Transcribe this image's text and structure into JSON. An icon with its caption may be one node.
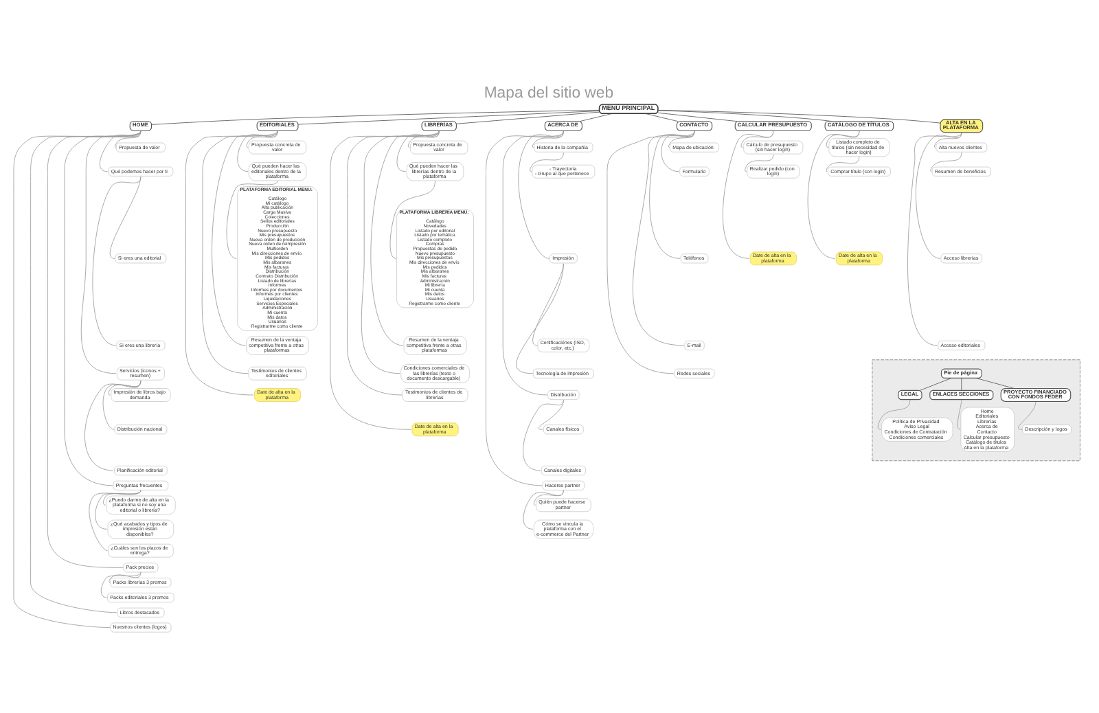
{
  "diagram": {
    "title": "Mapa del sitio web",
    "nodes": [
      {
        "text": [
          "MENÚ PRINCIPAL"
        ]
      },
      {
        "text": [
          "HOME"
        ]
      },
      {
        "text": [
          "Propuesta de valor"
        ]
      },
      {
        "text": [
          "Qué podemos hacer por ti"
        ]
      },
      {
        "text": [
          "Si eres una editorial"
        ]
      },
      {
        "text": [
          "Si eres una librería"
        ]
      },
      {
        "text": [
          "Servicios (iconos + resumen)"
        ]
      },
      {
        "text": [
          "Impresión de libros bajo demanda"
        ]
      },
      {
        "text": [
          "Distribución nacional"
        ]
      },
      {
        "text": [
          "Planificación editorial"
        ]
      },
      {
        "text": [
          "Preguntas frecuentes"
        ]
      },
      {
        "text": [
          "¿Puedo darme de alta en la plataforma si no soy una editorial o librería?"
        ]
      },
      {
        "text": [
          "¿Qué acabados y tipos de impresión están disponibles?"
        ]
      },
      {
        "text": [
          "¿Cuáles son los plazos de entrega?"
        ]
      },
      {
        "text": [
          "Pack precios"
        ]
      },
      {
        "text": [
          "Packs librerías 3 promos"
        ]
      },
      {
        "text": [
          "Packs editoriales 3 promos"
        ]
      },
      {
        "text": [
          "Libros destacados"
        ]
      },
      {
        "text": [
          "Nuestros clientes (logos)"
        ]
      },
      {
        "text": [
          "EDITORIALES"
        ]
      },
      {
        "text": [
          "Propuesta concreta de valor"
        ]
      },
      {
        "text": [
          "Qué pueden hacer las editoriales dentro de la plataforma"
        ]
      },
      {
        "text": [
          "PLATAFORMA EDITORIAL MENU:",
          "Catálogo",
          "Mi catálogo",
          "Alta publicación",
          "Carga Masiva",
          "Colecciones",
          "Sellos editoriales",
          "Producción",
          "Nuevo presupuesto",
          "Mis presupuestos",
          "Nueva orden de producción",
          "Nueva orden de reimpresión",
          "Multiorden",
          "Mis direcciones de envío",
          "Mis pedidos",
          "Mis albaranes",
          "Mis facturas",
          "Distribución",
          "Contrato Distribución",
          "Listado de librerías",
          "Informes",
          "Informes por documentos",
          "Informes por clientes",
          "Liquidaciones",
          "Servicios Especiales",
          "Administración",
          "Mi cuenta",
          "Mis datos",
          "Usuarios",
          "Registrarme como cliente"
        ]
      },
      {
        "text": [
          "Resumen de la ventaja competitiva frente a otras plataformas"
        ]
      },
      {
        "text": [
          "Testimonios de clientes editoriales"
        ]
      },
      {
        "text": [
          "Date de alta en la plataforma"
        ]
      },
      {
        "text": [
          "LIBRERÍAS"
        ]
      },
      {
        "text": [
          "Propuesta concreta de valor"
        ]
      },
      {
        "text": [
          "Qué pueden hacer las librerías dentro de la plataforma"
        ]
      },
      {
        "text": [
          "PLATAFORMA LIBRERÍA MENÚ:",
          "Catálogo",
          "Novedades",
          "Listado por editorial",
          "Listado por temática",
          "Listado completo",
          "Compras",
          "Propuestas de pedido",
          "Nuevo presupuesto",
          "Mis presupuestos",
          "Mis direcciones de envío",
          "Mis pedidos",
          "Mis albaranes",
          "Mis facturas",
          "Administración",
          "Mi librería",
          "Mi cuenta",
          "Mis datos",
          "Usuarios",
          "Registrarme como cliente"
        ]
      },
      {
        "text": [
          "Resumen de la ventaja competitiva frente a otras plataformas"
        ]
      },
      {
        "text": [
          "Condiciones comerciales de las librerías (texto o documento descargable)"
        ]
      },
      {
        "text": [
          "Testimonios de clientes de librerías"
        ]
      },
      {
        "text": [
          "Date de alta en la plataforma"
        ]
      },
      {
        "text": [
          "ACERCA DE"
        ]
      },
      {
        "text": [
          "Historia de la compañía"
        ]
      },
      {
        "text": [
          "- Trayectoria",
          "- Grupo al que pertenece"
        ]
      },
      {
        "text": [
          "Impresión"
        ]
      },
      {
        "text": [
          "Certificaciónes (ISO, color, etc.)"
        ]
      },
      {
        "text": [
          "Tecnología de impresión"
        ]
      },
      {
        "text": [
          "Distribución"
        ]
      },
      {
        "text": [
          "Canales físicos"
        ]
      },
      {
        "text": [
          "Canales digitales"
        ]
      },
      {
        "text": [
          "Hacerse partner"
        ]
      },
      {
        "text": [
          "Quién puede hacerse partner"
        ]
      },
      {
        "text": [
          "Cómo se vincula la plataforma con el e-commerce del Partner"
        ]
      },
      {
        "text": [
          "CONTACTO"
        ]
      },
      {
        "text": [
          "Mapa de ubicación"
        ]
      },
      {
        "text": [
          "Formulario"
        ]
      },
      {
        "text": [
          "Teléfonos"
        ]
      },
      {
        "text": [
          "E-mail"
        ]
      },
      {
        "text": [
          "Redes sociales"
        ]
      },
      {
        "text": [
          "CALCULAR PRESUPUESTO"
        ]
      },
      {
        "text": [
          "Cálculo de presupuesto (sin hacer login)"
        ]
      },
      {
        "text": [
          "Realizar pedido (con login)"
        ]
      },
      {
        "text": [
          "Date de alta en la plataforma"
        ]
      },
      {
        "text": [
          "CATÁLOGO DE TÍTULOS"
        ]
      },
      {
        "text": [
          "Listado completo de títulos (sin necesidad de hacer login)"
        ]
      },
      {
        "text": [
          "Comprar título (con login)"
        ]
      },
      {
        "text": [
          "Date de alta en la plataforma"
        ]
      },
      {
        "text": [
          "ALTA EN LA PLATAFORMA"
        ]
      },
      {
        "text": [
          "Alta nuevos clientes"
        ]
      },
      {
        "text": [
          "Resumen de beneficios"
        ]
      },
      {
        "text": [
          "Acceso librerías"
        ]
      },
      {
        "text": [
          "Acceso editoriales"
        ]
      },
      {
        "text": [],
        "shape": "box"
      },
      {
        "text": [
          "Pie de página"
        ],
        "in": 65
      },
      {
        "text": [
          "LEGAL"
        ],
        "in": 65
      },
      {
        "text": [
          "Política de Privacidad",
          "Aviso Legal",
          "Condiciones de Contratación",
          "Condiciones comerciales"
        ],
        "in": 65
      },
      {
        "text": [
          "ENLACES SECCIONES"
        ],
        "in": 65
      },
      {
        "text": [
          "Home",
          "Editoriales",
          "Librerías",
          "Acerca de",
          "Contacto",
          "Calcular presupuesto",
          "Catálogo de títulos",
          "Alta en la plataforma"
        ],
        "in": 65
      },
      {
        "text": [
          "PROYECTO FINANCIADO CON FONDOS FEDER"
        ],
        "in": 65
      },
      {
        "text": [
          "Descripción y logos"
        ],
        "in": 65
      }
    ],
    "edges": [
      {
        "from": 0,
        "to": 1,
        "arrow": "none",
        "color": "#555555"
      },
      {
        "from": 0,
        "to": 19,
        "arrow": "none",
        "color": "#555555"
      },
      {
        "from": 0,
        "to": 26,
        "arrow": "none",
        "color": "#555555"
      },
      {
        "from": 0,
        "to": 34,
        "arrow": "none",
        "color": "#555555"
      },
      {
        "from": 0,
        "to": 46,
        "arrow": "none",
        "color": "#555555"
      },
      {
        "from": 0,
        "to": 52,
        "arrow": "none",
        "color": "#555555"
      },
      {
        "from": 0,
        "to": 56,
        "arrow": "none",
        "color": "#555555"
      },
      {
        "from": 0,
        "to": 60,
        "arrow": "none",
        "color": "#555555"
      },
      {
        "from": 1,
        "to": 2,
        "arrow": "none"
      },
      {
        "from": 1,
        "to": 3,
        "arrow": "none"
      },
      {
        "from": 3,
        "to": 4,
        "arrow": "none"
      },
      {
        "from": 3,
        "to": 5,
        "arrow": "none"
      },
      {
        "from": 1,
        "to": 6,
        "arrow": "none"
      },
      {
        "from": 6,
        "to": 7,
        "arrow": "none"
      },
      {
        "from": 6,
        "to": 8,
        "arrow": "none"
      },
      {
        "from": 6,
        "to": 9,
        "arrow": "none"
      },
      {
        "from": 1,
        "to": 10,
        "arrow": "none"
      },
      {
        "from": 10,
        "to": 11,
        "arrow": "none"
      },
      {
        "from": 10,
        "to": 12,
        "arrow": "none"
      },
      {
        "from": 10,
        "to": 13,
        "arrow": "none"
      },
      {
        "from": 1,
        "to": 14,
        "arrow": "none"
      },
      {
        "from": 14,
        "to": 15,
        "arrow": "none"
      },
      {
        "from": 14,
        "to": 16,
        "arrow": "none"
      },
      {
        "from": 1,
        "to": 17,
        "arrow": "none"
      },
      {
        "from": 1,
        "to": 18,
        "arrow": "none"
      },
      {
        "from": 19,
        "to": 20,
        "arrow": "none"
      },
      {
        "from": 19,
        "to": 21,
        "arrow": "none"
      },
      {
        "from": 21,
        "to": 22,
        "arrow": "none"
      },
      {
        "from": 19,
        "to": 23,
        "arrow": "none"
      },
      {
        "from": 19,
        "to": 24,
        "arrow": "none"
      },
      {
        "from": 19,
        "to": 25,
        "arrow": "none"
      },
      {
        "from": 26,
        "to": 27,
        "arrow": "none"
      },
      {
        "from": 26,
        "to": 28,
        "arrow": "none"
      },
      {
        "from": 28,
        "to": 29,
        "arrow": "none"
      },
      {
        "from": 26,
        "to": 30,
        "arrow": "none"
      },
      {
        "from": 26,
        "to": 31,
        "arrow": "none"
      },
      {
        "from": 26,
        "to": 32,
        "arrow": "none"
      },
      {
        "from": 26,
        "to": 33,
        "arrow": "none"
      },
      {
        "from": 34,
        "to": 35,
        "arrow": "none"
      },
      {
        "from": 35,
        "to": 36,
        "arrow": "none"
      },
      {
        "from": 34,
        "to": 37,
        "arrow": "none"
      },
      {
        "from": 37,
        "to": 38,
        "arrow": "none"
      },
      {
        "from": 37,
        "to": 39,
        "arrow": "none"
      },
      {
        "from": 34,
        "to": 40,
        "arrow": "none"
      },
      {
        "from": 40,
        "to": 41,
        "arrow": "none"
      },
      {
        "from": 40,
        "to": 42,
        "arrow": "none"
      },
      {
        "from": 34,
        "to": 43,
        "arrow": "none"
      },
      {
        "from": 43,
        "to": 44,
        "arrow": "none"
      },
      {
        "from": 43,
        "to": 45,
        "arrow": "none"
      },
      {
        "from": 46,
        "to": 47,
        "arrow": "none"
      },
      {
        "from": 46,
        "to": 48,
        "arrow": "none"
      },
      {
        "from": 46,
        "to": 49,
        "arrow": "none"
      },
      {
        "from": 46,
        "to": 50,
        "arrow": "none"
      },
      {
        "from": 46,
        "to": 51,
        "arrow": "none"
      },
      {
        "from": 52,
        "to": 53,
        "arrow": "none"
      },
      {
        "from": 53,
        "to": 54,
        "arrow": "none"
      },
      {
        "from": 52,
        "to": 55,
        "arrow": "none"
      },
      {
        "from": 56,
        "to": 57,
        "arrow": "none"
      },
      {
        "from": 57,
        "to": 58,
        "arrow": "none"
      },
      {
        "from": 56,
        "to": 59,
        "arrow": "none"
      },
      {
        "from": 60,
        "to": 61,
        "arrow": "none"
      },
      {
        "from": 61,
        "to": 62,
        "arrow": "none"
      },
      {
        "from": 60,
        "to": 63,
        "arrow": "none"
      },
      {
        "from": 60,
        "to": 64,
        "arrow": "none"
      },
      {
        "from": 66,
        "to": 67,
        "arrow": "none",
        "color": "#555555"
      },
      {
        "from": 66,
        "to": 69,
        "arrow": "none",
        "color": "#555555"
      },
      {
        "from": 66,
        "to": 71,
        "arrow": "none",
        "color": "#555555"
      },
      {
        "from": 67,
        "to": 68,
        "arrow": "none"
      },
      {
        "from": 69,
        "to": 70,
        "arrow": "none"
      },
      {
        "from": 71,
        "to": 72,
        "arrow": "none"
      }
    ]
  }
}
